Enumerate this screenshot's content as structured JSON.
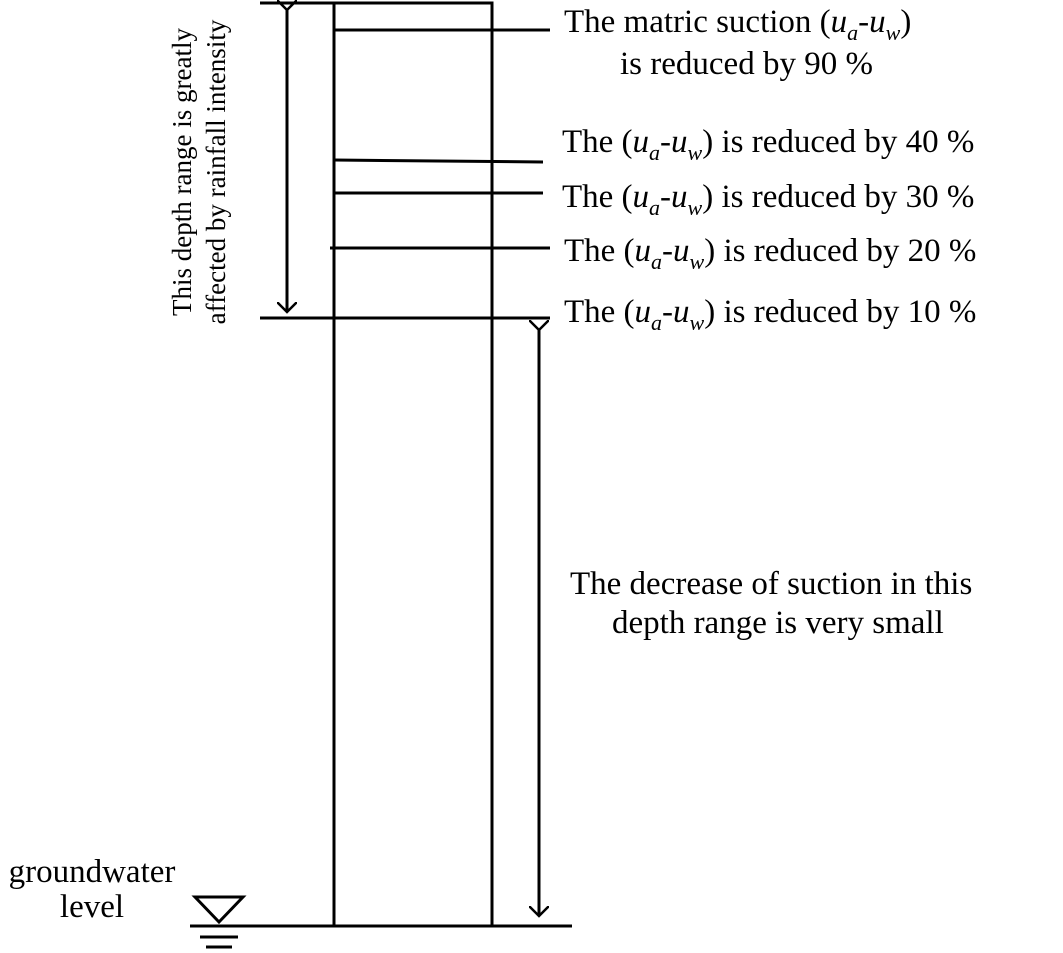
{
  "labels": {
    "row0_line1_a": "The matric suction (",
    "row0_line1_ua": "u",
    "row0_line1_a_sub": "a",
    "row0_line1_dash": "-",
    "row0_line1_uw": "u",
    "row0_line1_w_sub": "w",
    "row0_line1_close": ")",
    "row0_line2": "is reduced by 90 %",
    "row_prefix": "The (",
    "row_mid": ") is reduced by ",
    "u": "u",
    "a": "a",
    "dash": "-",
    "w": "w",
    "pct40": "40 %",
    "pct30": "30 %",
    "pct20": "20 %",
    "pct10": "10 %",
    "lower_line1": "The decrease of suction in this",
    "lower_line2": "depth range is very small",
    "upper_range_line1": "This depth range is greatly",
    "upper_range_line2": "affected by rainfall intensity",
    "gw_line1": "groundwater",
    "gw_line2": "level"
  }
}
